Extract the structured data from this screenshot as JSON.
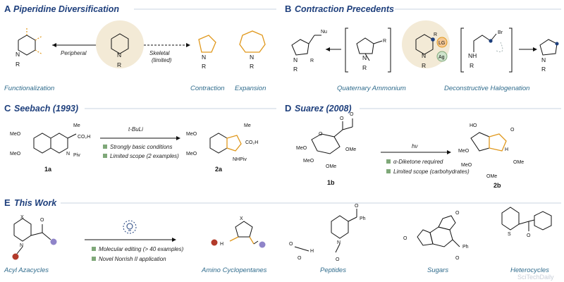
{
  "sections": {
    "a": {
      "letter": "A",
      "title": "Piperidine Diversification",
      "peripheral": "Peripheral",
      "skeletal": "Skeletal",
      "skeletal_note": "(limited)",
      "functionalization": "Functionalization",
      "contraction": "Contraction",
      "expansion": "Expansion"
    },
    "b": {
      "letter": "B",
      "title": "Contraction Precedents",
      "quaternary": "Quaternary Ammonium",
      "deconstructive": "Deconstructive Halogenation",
      "lg": "LG",
      "ag": "Ag",
      "br": "Br",
      "nu": "Nu"
    },
    "c": {
      "letter": "C",
      "title": "Seebach (1993)",
      "reagent": "t-BuLi",
      "note1": "Strongly basic conditions",
      "note2": "Limited scope (2 examples)",
      "cmpd_start": "1a",
      "cmpd_end": "2a"
    },
    "d": {
      "letter": "D",
      "title": "Suarez (2008)",
      "reagent": "hν",
      "note1": "α-Diketone required",
      "note2": "Limited scope (carbohydrates)",
      "cmpd_start": "1b",
      "cmpd_end": "2b"
    },
    "e": {
      "letter": "E",
      "title": "This Work",
      "note1": "Molecular editing (> 40 examples)",
      "note2": "Novel Norrish II application",
      "acyl": "Acyl Azacycles",
      "amino": "Amino Cyclopentanes",
      "peptides": "Peptides",
      "sugars": "Sugars",
      "heterocycles": "Heterocycles"
    }
  },
  "atoms": {
    "N": "N",
    "R": "R",
    "H": "H",
    "NH": "NH",
    "R1": "R",
    "MeO": "MeO",
    "OMe": "OMe",
    "Me": "Me",
    "CO2H": "CO₂H",
    "Piv": "Piv",
    "NHPiv": "NHPiv",
    "HO": "HO",
    "O": "O",
    "X": "X",
    "S": "S",
    "Ph": "Ph"
  },
  "watermark": "SciTechDaily",
  "colors": {
    "header": "#1e3f7c",
    "label": "#2f6b8c",
    "orange": "#e0981c",
    "red": "#b23a2a",
    "purple": "#8f84c9",
    "green": "#7fa879",
    "beige": "#f3ead6"
  }
}
